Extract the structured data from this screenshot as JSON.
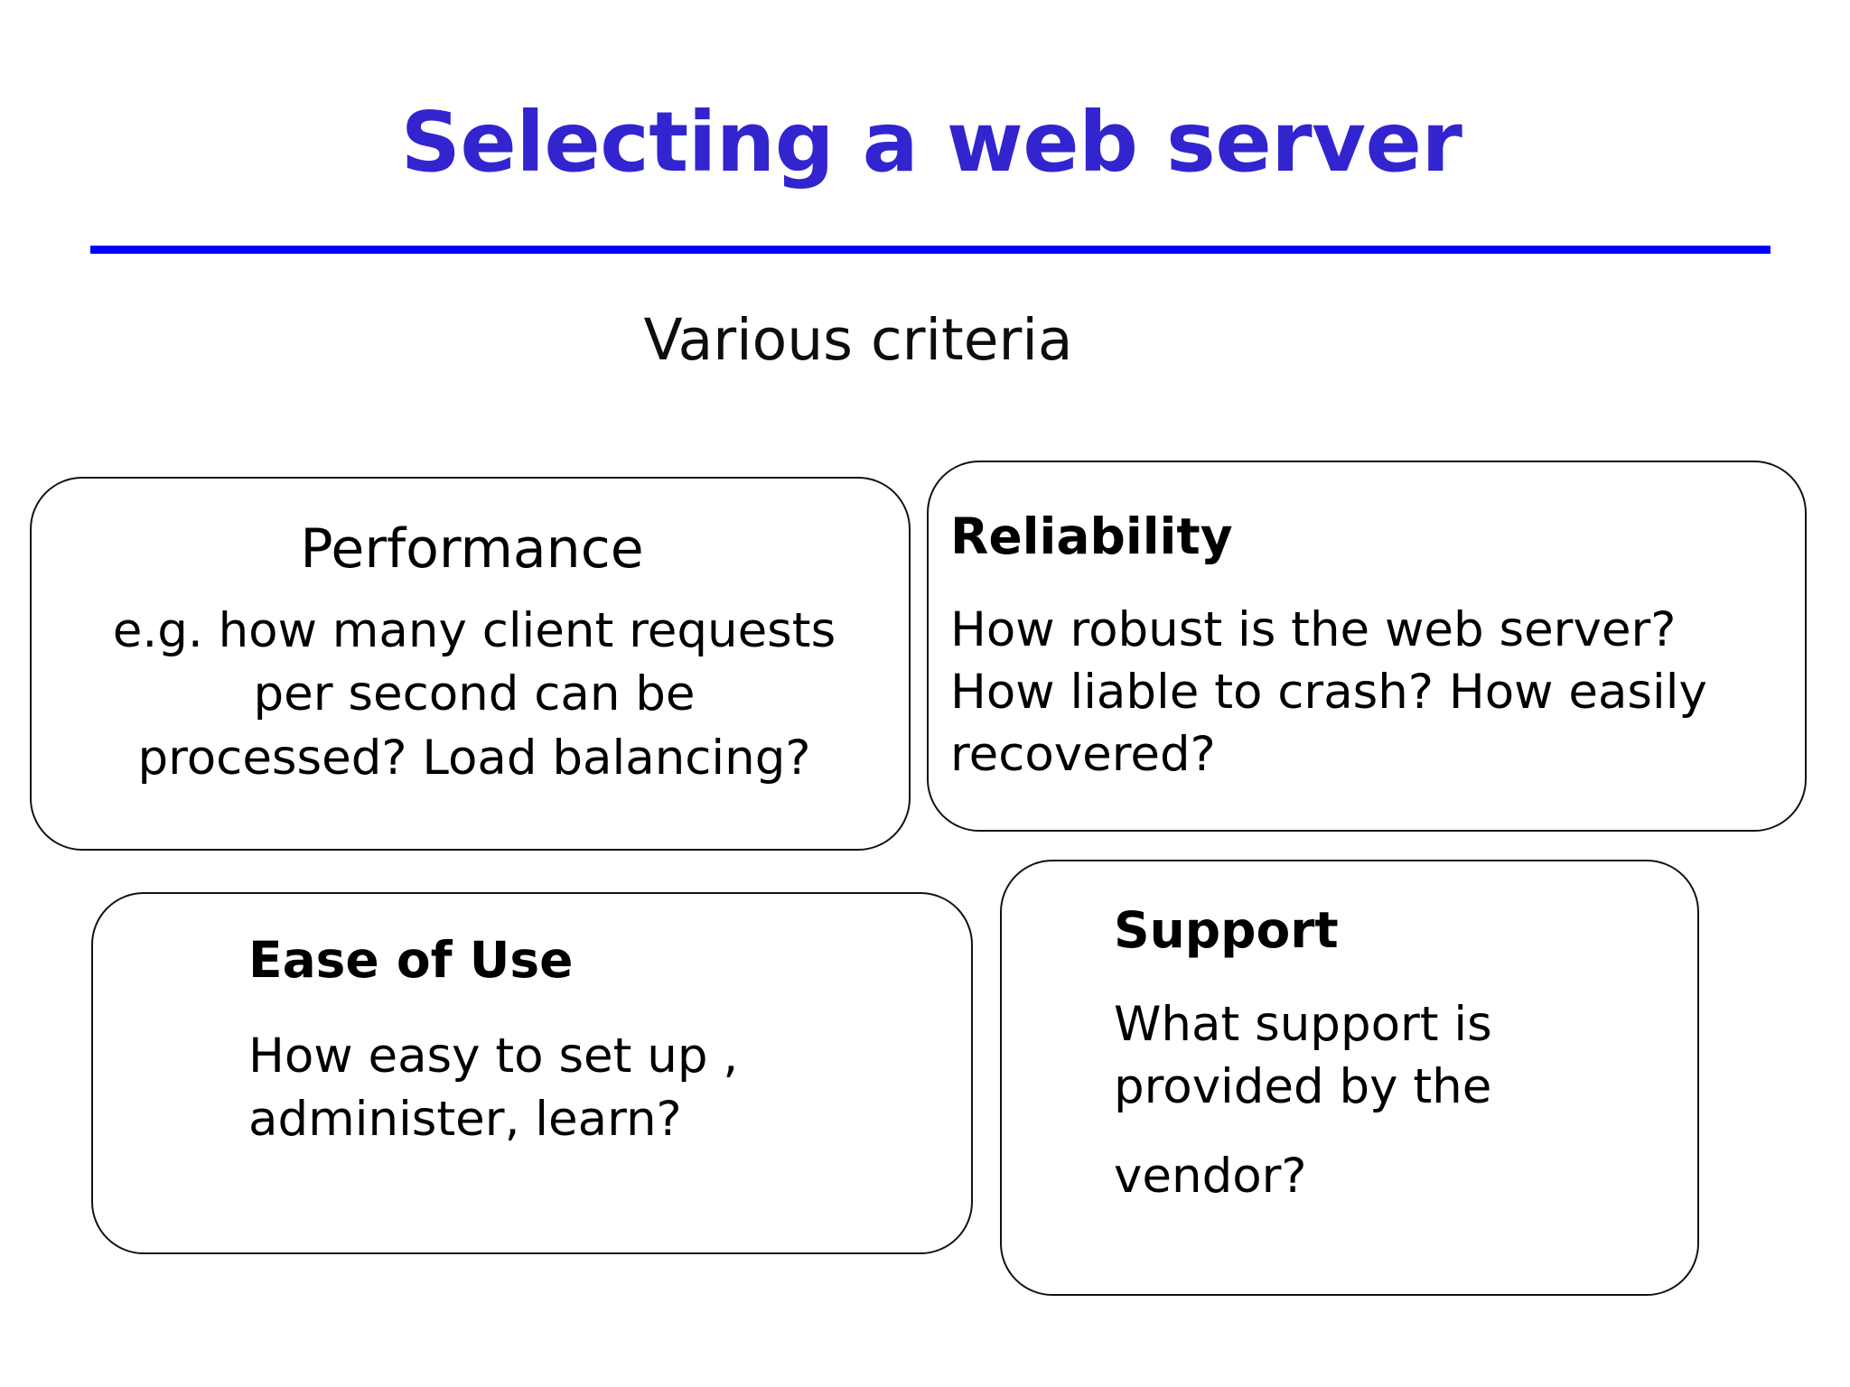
{
  "slide": {
    "title": "Selecting a web server",
    "subtitle": "Various criteria",
    "title_color": "#3225cf",
    "rule_color": "#0000ff",
    "background_color": "#ffffff",
    "text_color": "#000000"
  },
  "cards": [
    {
      "id": "performance",
      "title": "Performance",
      "title_bold": false,
      "align": "center",
      "body_lines": [
        "e.g. how many client requests",
        "per second can be",
        "processed? Load balancing?"
      ],
      "body_text": "e.g. how many client requests per second can be processed? Load balancing?"
    },
    {
      "id": "reliability",
      "title": "Reliability",
      "title_bold": true,
      "align": "left",
      "body_lines": [
        "How robust is the web server?",
        "How liable to crash? How easily",
        "recovered?"
      ],
      "body_text": "How robust is the web server? How liable to crash? How easily recovered?"
    },
    {
      "id": "ease-of-use",
      "title": "Ease of Use",
      "title_bold": true,
      "align": "left",
      "body_lines": [
        "How easy to set up ,",
        "administer, learn?"
      ],
      "body_text": "How easy to set up , administer, learn?"
    },
    {
      "id": "support",
      "title": "Support",
      "title_bold": true,
      "align": "left",
      "body_lines": [
        "What support is",
        "provided by the",
        "vendor?"
      ],
      "body_text": "What support is provided by the vendor?"
    }
  ]
}
